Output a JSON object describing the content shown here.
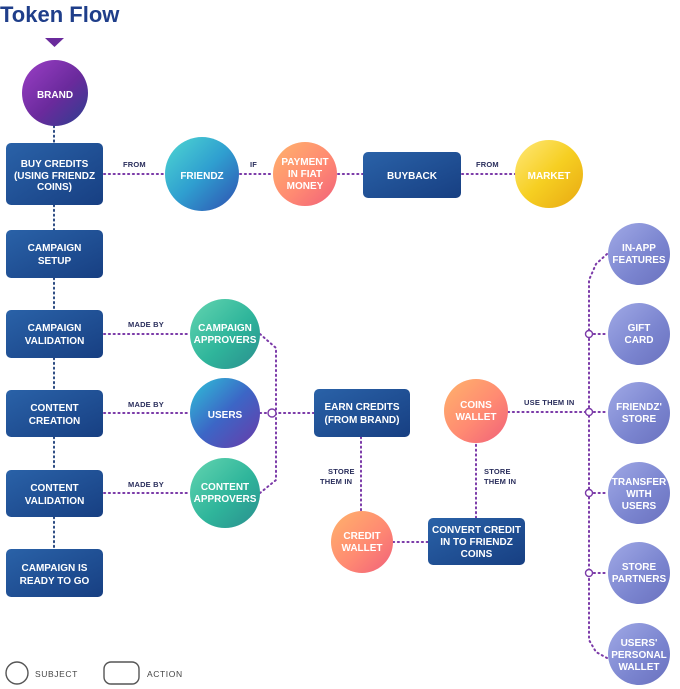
{
  "title": "Token Flow",
  "colors": {
    "action_box": "#1f4f93",
    "connector": "#7b3aa8",
    "title": "#1f3e8a"
  },
  "nodes": {
    "brand": "BRAND",
    "buy_credits": [
      "BUY CREDITS",
      "(USING FRIENDZ",
      "COINS)"
    ],
    "friendz": "FRIENDZ",
    "payment": [
      "PAYMENT",
      "IN FIAT",
      "MONEY"
    ],
    "buyback": "BUYBACK",
    "market": "MARKET",
    "campaign_setup": [
      "CAMPAIGN",
      "SETUP"
    ],
    "campaign_validation": [
      "CAMPAIGN",
      "VALIDATION"
    ],
    "campaign_approvers": [
      "CAMPAIGN",
      "APPROVERS"
    ],
    "content_creation": [
      "CONTENT",
      "CREATION"
    ],
    "users": "USERS",
    "content_validation": [
      "CONTENT",
      "VALIDATION"
    ],
    "content_approvers": [
      "CONTENT",
      "APPROVERS"
    ],
    "campaign_ready": [
      "CAMPAIGN IS",
      "READY TO GO"
    ],
    "earn_credits": [
      "EARN CREDITS",
      "(FROM BRAND)"
    ],
    "credit_wallet": [
      "CREDIT",
      "WALLET"
    ],
    "convert_credit": [
      "CONVERT CREDIT",
      "IN TO FRIENDZ",
      "COINS"
    ],
    "coins_wallet": [
      "COINS",
      "WALLET"
    ],
    "in_app_features": [
      "IN-APP",
      "FEATURES"
    ],
    "gift_card": [
      "GIFT",
      "CARD"
    ],
    "friendz_store": [
      "FRIENDZ'",
      "STORE"
    ],
    "transfer_with_users": [
      "TRANSFER",
      "WITH",
      "USERS"
    ],
    "store_partners": [
      "STORE",
      "PARTNERS"
    ],
    "users_personal_wallet": [
      "USERS'",
      "PERSONAL",
      "WALLET"
    ]
  },
  "edge_labels": {
    "from_1": "FROM",
    "if": "IF",
    "from_2": "FROM",
    "made_by_1": "MADE BY",
    "made_by_2": "MADE BY",
    "made_by_3": "MADE BY",
    "store_them_in_1": [
      "STORE",
      "THEM IN"
    ],
    "store_them_in_2": [
      "STORE",
      "THEM IN"
    ],
    "use_them_in": "USE THEM IN"
  },
  "legend": {
    "subject": "SUBJECT",
    "action": "ACTION"
  }
}
